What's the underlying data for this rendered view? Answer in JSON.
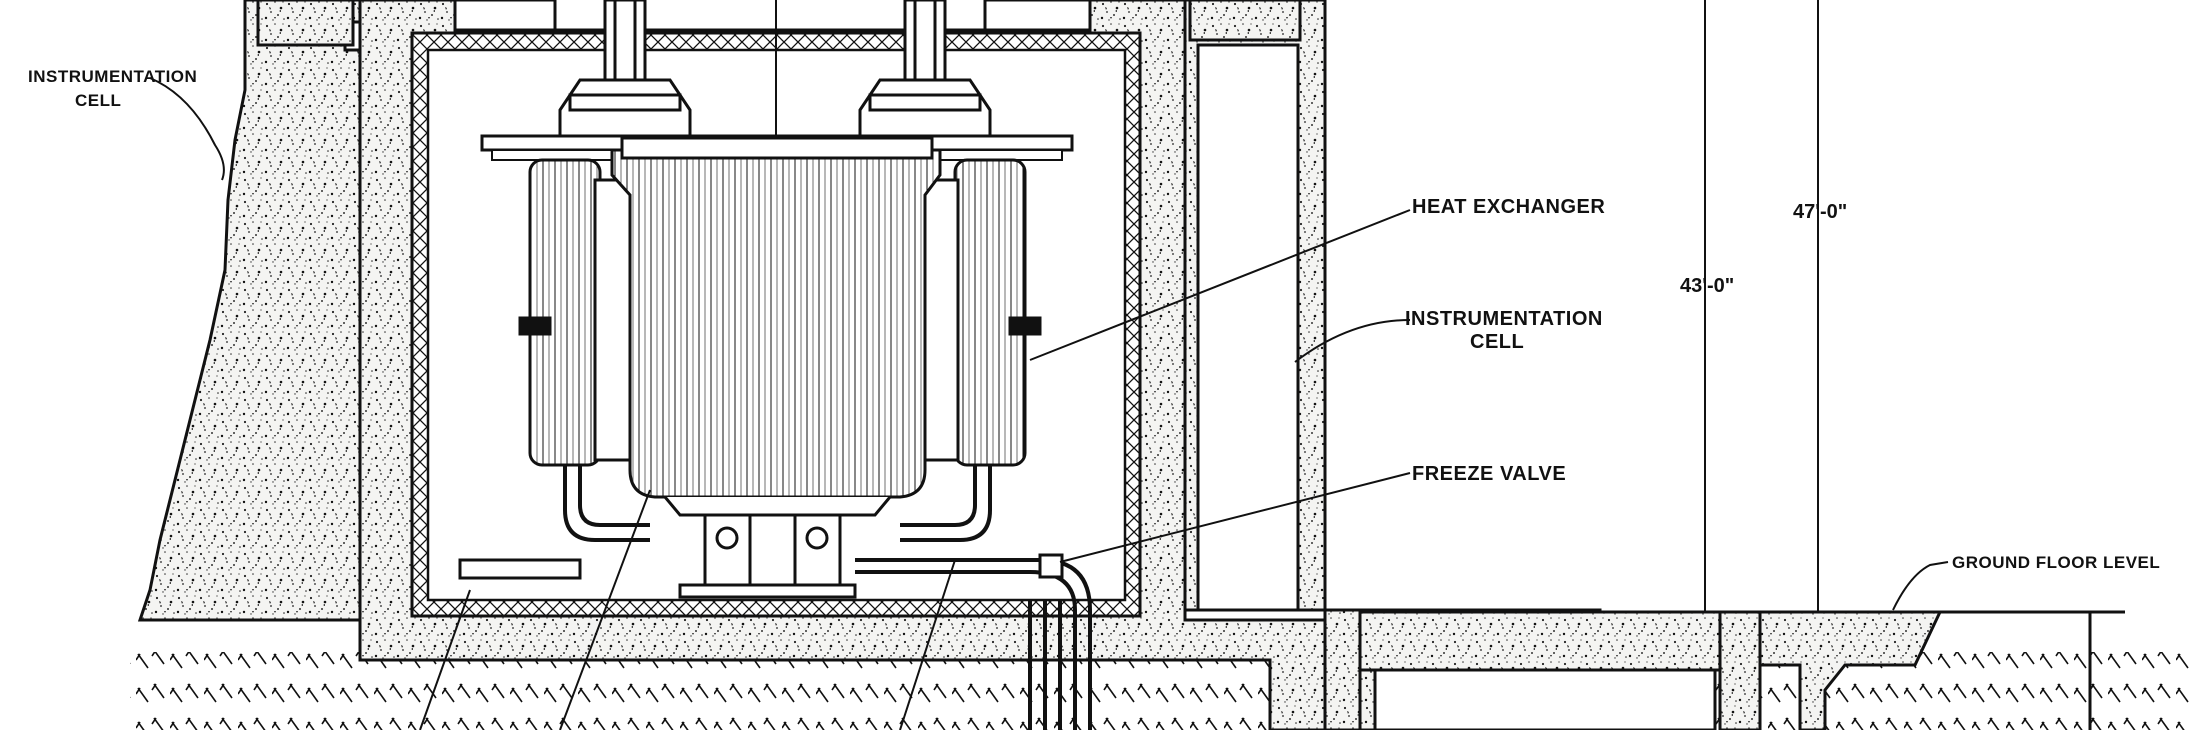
{
  "labels": {
    "instrumentation_cell_left_line1": "INSTRUMENTATION",
    "instrumentation_cell_left_line2": "CELL",
    "heat_exchanger": "HEAT EXCHANGER",
    "instrumentation_cell_right_line1": "INSTRUMENTATION",
    "instrumentation_cell_right_line2": "CELL",
    "freeze_valve": "FREEZE VALVE",
    "ground_floor_level": "GROUND FLOOR LEVEL"
  },
  "dimensions": {
    "inner_height": "43'-0\"",
    "outer_height": "47'-0\""
  }
}
